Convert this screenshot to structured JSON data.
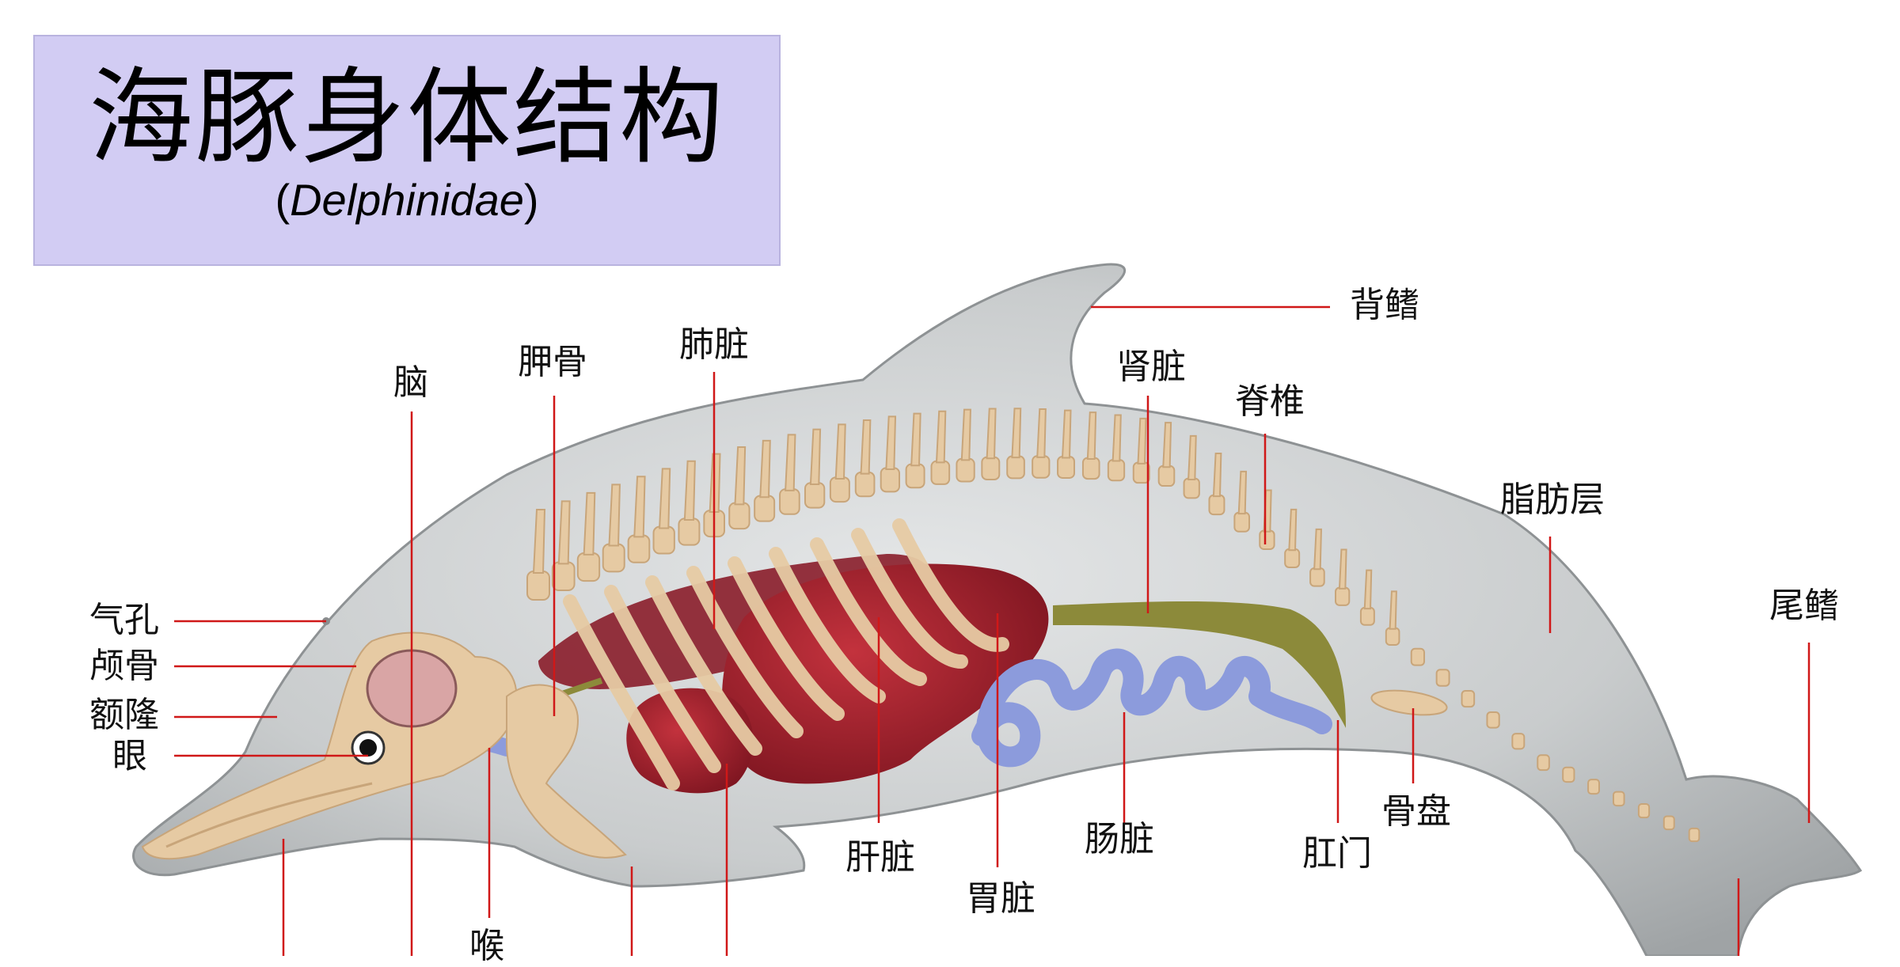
{
  "title": {
    "main": "海豚身体结构",
    "paren_open": "(",
    "latin": "Delphinidae",
    "paren_close": ")"
  },
  "colors": {
    "title_bg": "#d2ccf3",
    "body": "#c8cbcc",
    "bone": "#e6caa3",
    "organ_red": "#9e1f2a",
    "intestine": "#8c9bdc",
    "kidney": "#8c8a3a",
    "leader_line": "#d01818"
  },
  "labels": {
    "dorsal_fin": "背鳍",
    "brain": "脑",
    "scapula": "胛骨",
    "lung": "肺脏",
    "kidney": "肾脏",
    "spine": "脊椎",
    "blubber": "脂肪层",
    "tail_fin": "尾鳍",
    "blowhole": "气孔",
    "skull": "颅骨",
    "melon": "额隆",
    "eye": "眼",
    "liver": "肝脏",
    "stomach": "胃脏",
    "intestine": "肠脏",
    "anus": "肛门",
    "pelvis": "骨盘",
    "larynx": "喉"
  }
}
